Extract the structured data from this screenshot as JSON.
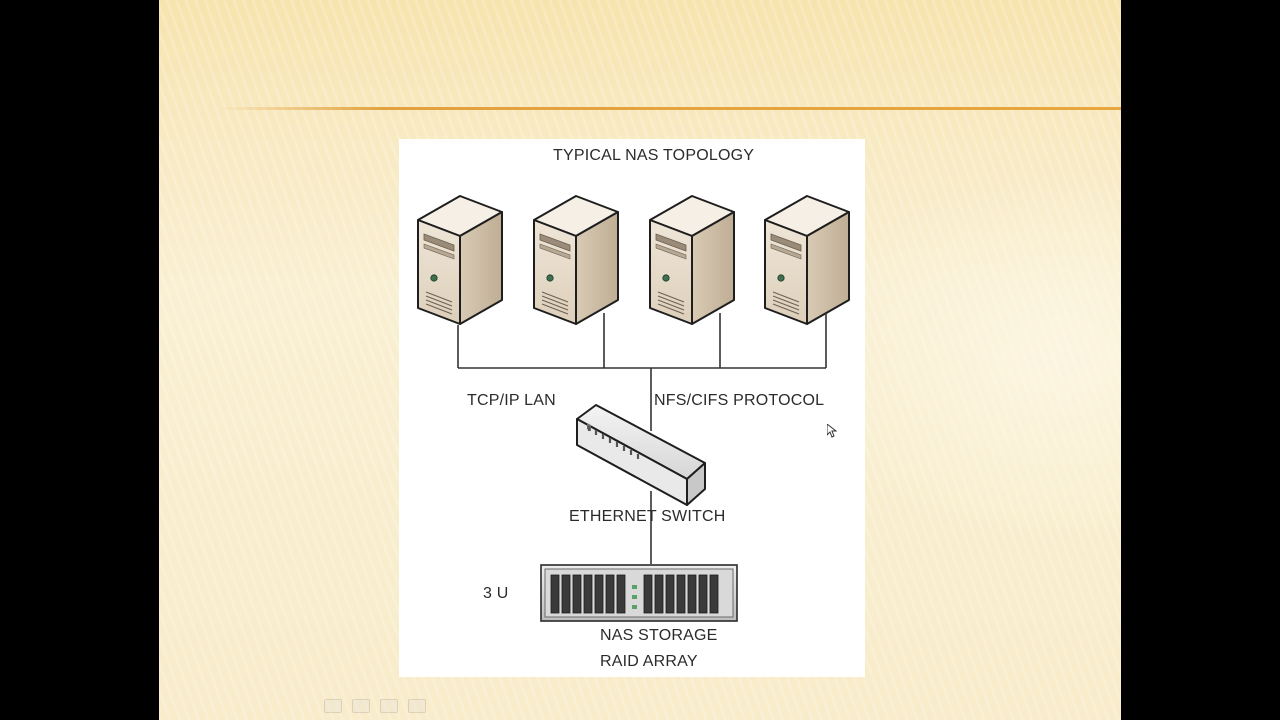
{
  "diagram": {
    "title": "TYPICAL NAS TOPOLOGY",
    "labels": {
      "lan": "TCP/IP LAN",
      "protocol": "NFS/CIFS PROTOCOL",
      "switch": "ETHERNET SWITCH",
      "rack_units": "3 U",
      "storage_line1": "NAS STORAGE",
      "storage_line2": "RAID ARRAY"
    }
  },
  "colors": {
    "slide_accent_rule": "#e3a23e",
    "server_face": "#e8dccb",
    "server_top": "#f3ede3",
    "server_side": "#c9b9a3",
    "line": "#333333",
    "outer_background": "#000000"
  }
}
